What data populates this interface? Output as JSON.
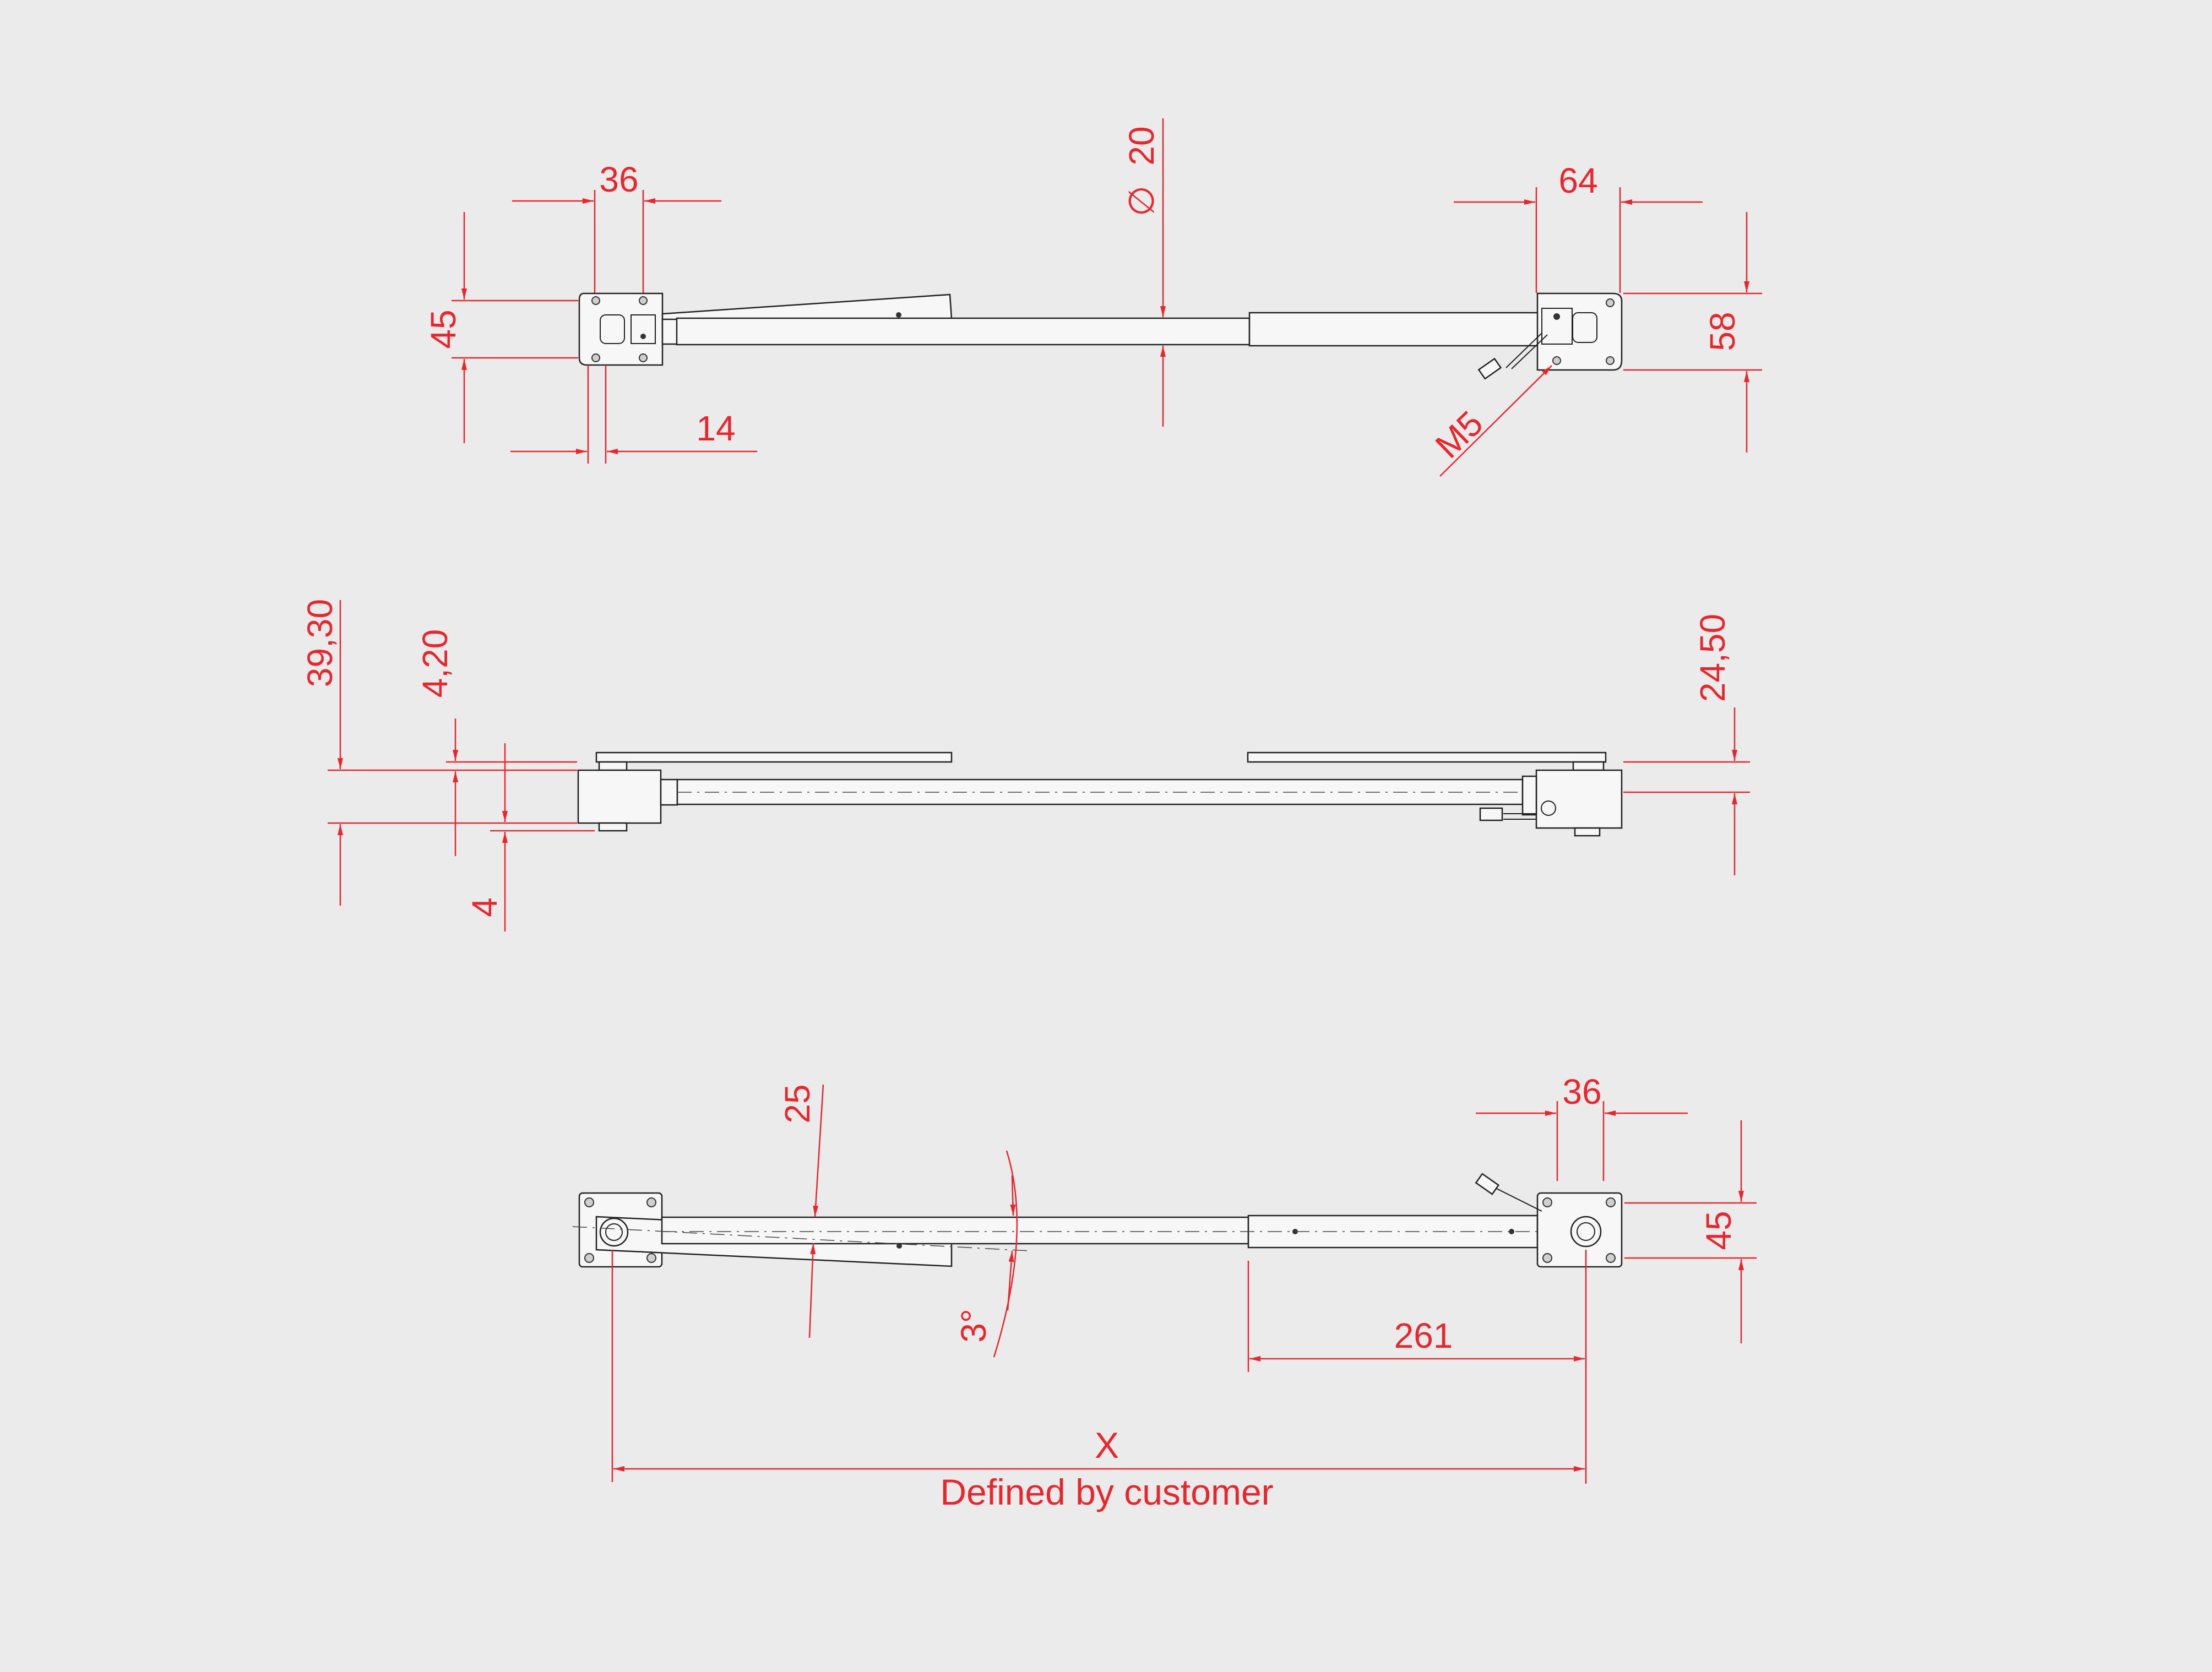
{
  "colors": {
    "background": "#ebebeb",
    "dimension": "#e8262d",
    "outline": "#222222"
  },
  "top_view": {
    "dim_width_left": "36",
    "dim_height_left": "45",
    "dim_offset_left": "14",
    "dim_diameter": "20",
    "diameter_symbol": "∅",
    "dim_width_right": "64",
    "dim_height_right": "58",
    "thread_label": "M5"
  },
  "side_view": {
    "dim_total_height": "39,30",
    "dim_plate": "4,20",
    "dim_bottom": "4",
    "dim_right": "24,50"
  },
  "bottom_view": {
    "dim_offset": "25",
    "dim_angle": "3°",
    "dim_width_right": "36",
    "dim_height_right": "45",
    "dim_length": "261",
    "dim_x": "X",
    "note": "Defined by customer"
  }
}
